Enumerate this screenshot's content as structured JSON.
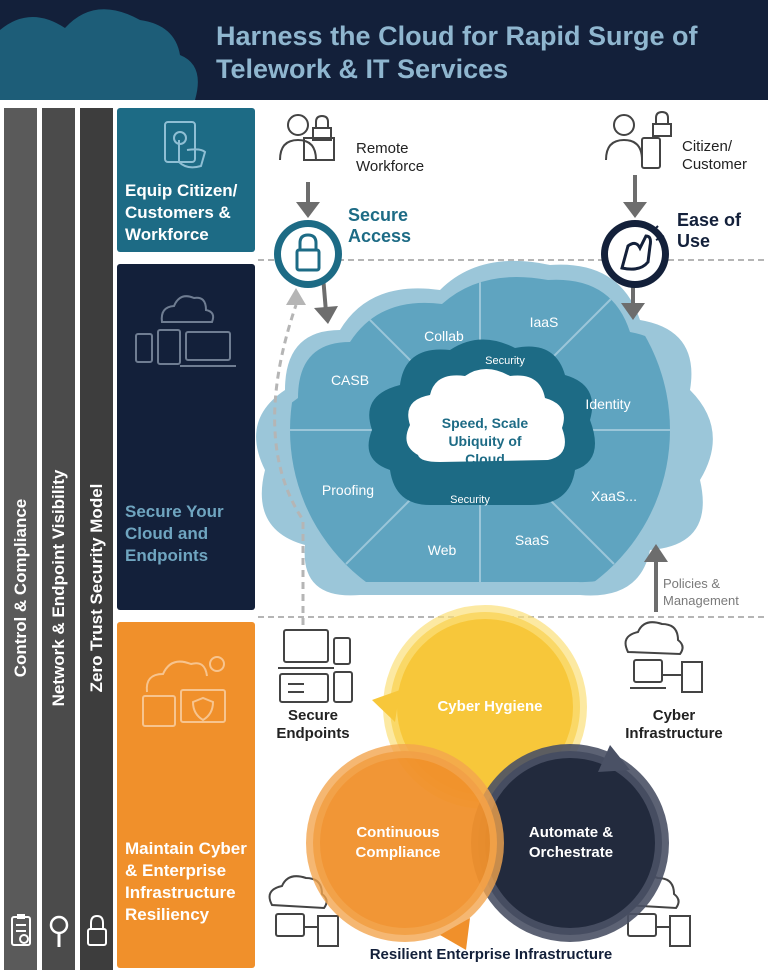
{
  "header": {
    "title": "Harness the Cloud for Rapid Surge of Telework & IT Services"
  },
  "side_bars": [
    {
      "label": "Control & Compliance",
      "color": "#5a5a5a",
      "icon": "clipboard-icon"
    },
    {
      "label": "Network & Endpoint Visibility",
      "color": "#4b4b4b",
      "icon": "magnifier-icon"
    },
    {
      "label": "Zero Trust Security Model",
      "color": "#3d3d3d",
      "icon": "lock-icon"
    }
  ],
  "panels": {
    "equip": {
      "label": "Equip Citizen/ Customers & Workforce",
      "color": "#1d6b85"
    },
    "secure_cloud": {
      "label": "Secure Your Cloud and Endpoints",
      "color": "#13203a"
    },
    "maintain": {
      "label": "Maintain Cyber & Enterprise Infrastructure Resiliency",
      "color": "#f0902b"
    }
  },
  "actors": {
    "remote": "Remote Workforce",
    "citizen": "Citizen/ Customer"
  },
  "badges": {
    "secure_access": "Secure Access",
    "ease_of_use": "Ease of Use"
  },
  "cloud": {
    "segments": [
      "Collab",
      "IaaS",
      "Identity",
      "XaaS...",
      "SaaS",
      "Web",
      "Proofing",
      "CASB"
    ],
    "security_top": "Security",
    "security_bottom": "Security",
    "center": "Speed, Scale Ubiquity of Cloud"
  },
  "policies": "Policies & Management",
  "endpoints_label": "Secure Endpoints",
  "cyber_infra_label": "Cyber Infrastructure",
  "venn": {
    "hygiene": "Cyber Hygiene",
    "compliance": "Continuous Compliance",
    "automate": "Automate & Orchestrate"
  },
  "footer": "Resilient Enterprise Infrastructure"
}
